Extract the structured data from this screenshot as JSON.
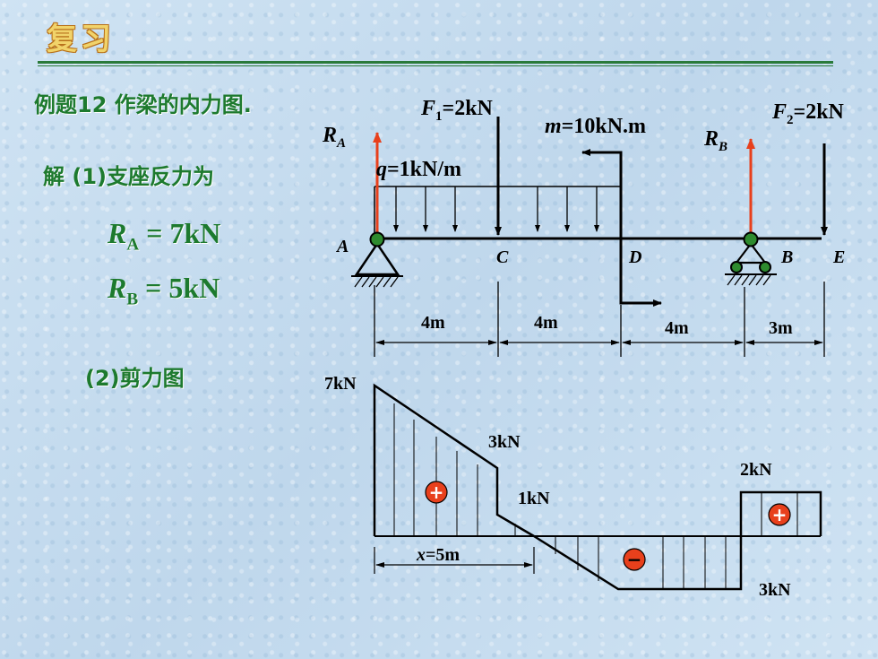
{
  "header": {
    "title": "复习"
  },
  "text": {
    "example": "例题12  作梁的内力图.",
    "solution": "解 (1)支座反力为",
    "ra_sym": "R",
    "ra_sub": "A",
    "ra_value": " = 7kN",
    "rb_sym": "R",
    "rb_sub": "B",
    "rb_value": " = 5kN",
    "shear_heading": "(2)剪力图"
  },
  "beam": {
    "ra_label": "R",
    "ra_sub": "A",
    "rb_label": "R",
    "rb_sub": "B",
    "f1_label": "F",
    "f1_sub": "1",
    "f1_value": "=2kN",
    "f2_label": "F",
    "f2_sub": "2",
    "f2_value": "=2kN",
    "m_label": "m",
    "m_value": "=10kN.m",
    "q_label": "q",
    "q_value": "=1kN/m",
    "points": {
      "a": "A",
      "c": "C",
      "d": "D",
      "b": "B",
      "e": "E"
    },
    "dims": [
      "4m",
      "4m",
      "4m",
      "3m"
    ]
  },
  "shear": {
    "v_7": "7kN",
    "v_3": "3kN",
    "v_1": "1kN",
    "v_2": "2kN",
    "v_3b": "3kN",
    "x_label": "x",
    "x_value": "=5m",
    "plus": "+",
    "minus": "−"
  },
  "colors": {
    "green": "#1d7a2e",
    "red": "#e8401c",
    "node": "#2e8b2e"
  }
}
